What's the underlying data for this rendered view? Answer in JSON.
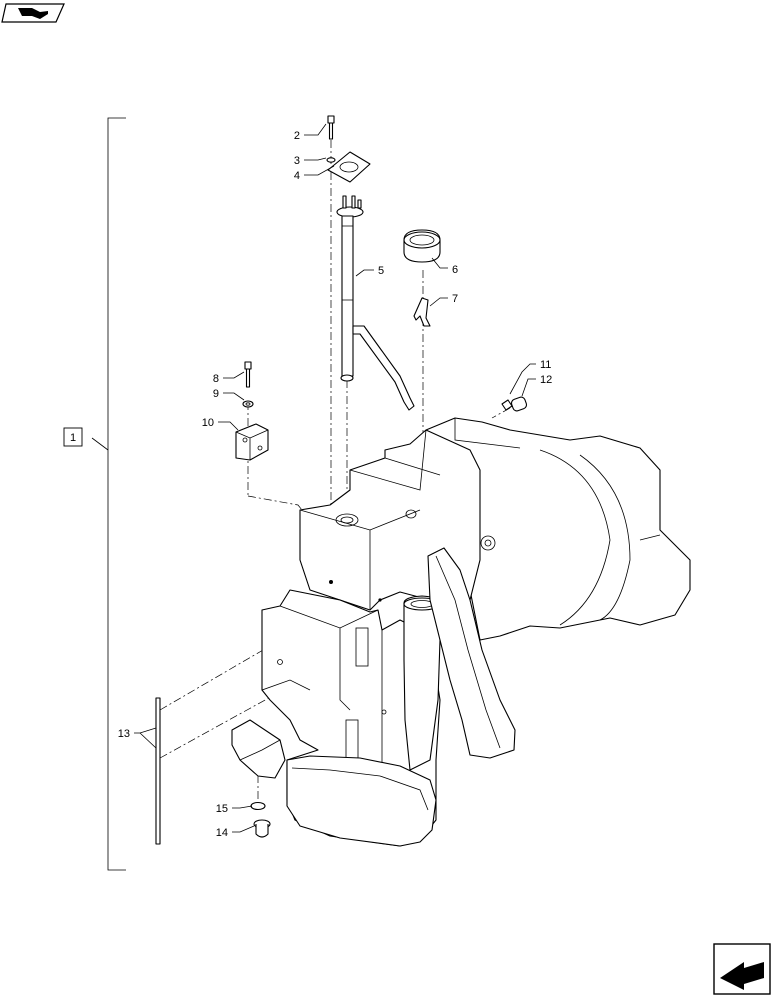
{
  "callouts": {
    "assembly": "1",
    "p2": "2",
    "p3": "3",
    "p4": "4",
    "p5": "5",
    "p6": "6",
    "p7": "7",
    "p8": "8",
    "p9": "9",
    "p10": "10",
    "p11": "11",
    "p12": "12",
    "p13": "13",
    "p14": "14",
    "p15": "15"
  },
  "icons": {
    "top_left": "book-icon",
    "bottom_right": "next-page-arrow-icon"
  }
}
